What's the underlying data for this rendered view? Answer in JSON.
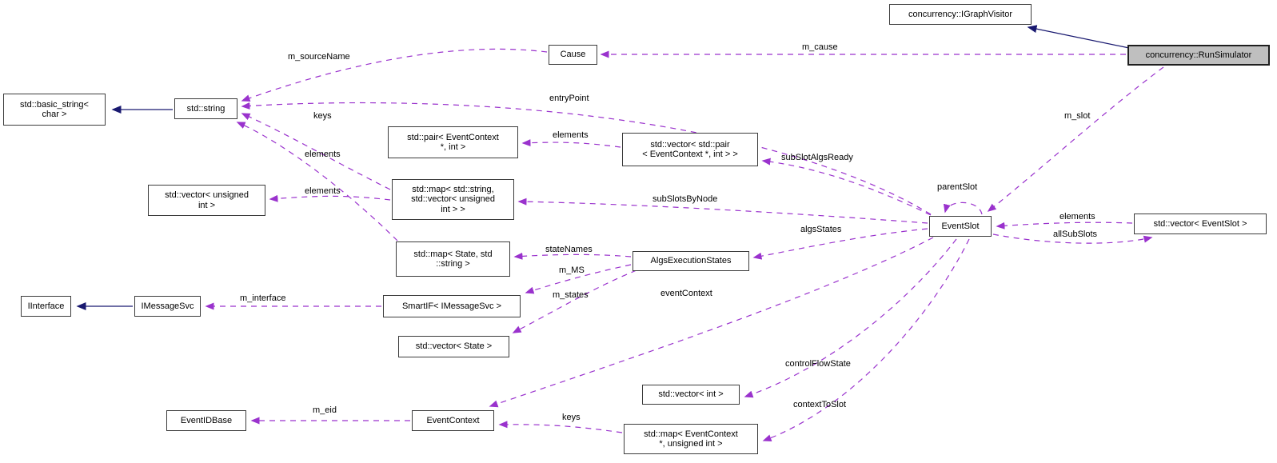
{
  "diagram_type": "doxygen-collaboration-graph",
  "colors": {
    "usage_edge": "#9a32cd",
    "inheritance_edge": "#191970",
    "node_border": "#3c3c3c",
    "selected_node_fill": "#bfbfbf",
    "node_fill": "#ffffff"
  },
  "nodes": {
    "igraphvisitor": "concurrency::IGraphVisitor",
    "runsimulator": "concurrency::RunSimulator",
    "cause": "Cause",
    "basic_string": "std::basic_string<\nchar >",
    "std_string": "std::string",
    "pair_ec_int": "std::pair< EventContext\n*, int >",
    "vec_pair": "std::vector< std::pair\n< EventContext *, int > >",
    "map_string_vec": "std::map< std::string,\nstd::vector< unsigned\nint > >",
    "vec_unsigned": "std::vector< unsigned\nint >",
    "map_state_string": "std::map< State, std\n::string >",
    "algsexecstates": "AlgsExecutionStates",
    "iinterface": "IInterface",
    "imessagesvc": "IMessageSvc",
    "smartif": "SmartIF< IMessageSvc >",
    "vec_state": "std::vector< State >",
    "eventidbase": "EventIDBase",
    "eventcontext": "EventContext",
    "vec_int": "std::vector< int >",
    "map_ec_uint": "std::map< EventContext\n*, unsigned int >",
    "eventslot": "EventSlot",
    "vec_eventslot": "std::vector< EventSlot >"
  },
  "edge_labels": {
    "m_sourceName": "m_sourceName",
    "m_cause": "m_cause",
    "entryPoint": "entryPoint",
    "keys_top": "keys",
    "elements_string": "elements",
    "elements_uvec": "elements",
    "elements_pair": "elements",
    "subSlotAlgsReady": "subSlotAlgsReady",
    "subSlotsByNode": "subSlotsByNode",
    "parentSlot": "parentSlot",
    "algsStates": "algsStates",
    "stateNames": "stateNames",
    "m_MS": "m_MS",
    "m_states": "m_states",
    "eventContext": "eventContext",
    "m_interface": "m_interface",
    "m_eid": "m_eid",
    "keys_bottom": "keys",
    "controlFlowState": "controlFlowState",
    "contextToSlot": "contextToSlot",
    "m_slot": "m_slot",
    "elements_slot": "elements",
    "allSubSlots": "allSubSlots"
  }
}
